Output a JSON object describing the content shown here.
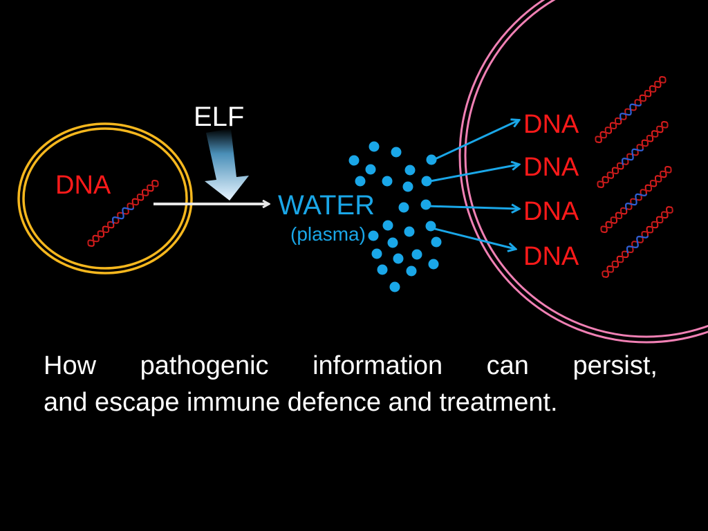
{
  "labels": {
    "elf": "ELF",
    "source_dna": "DNA",
    "water": "WATER",
    "plasma": "(plasma)",
    "copies": [
      "DNA",
      "DNA",
      "DNA",
      "DNA"
    ]
  },
  "caption": {
    "line1": "How pathogenic information can persist,",
    "line2": "and escape immune defence and treatment."
  },
  "colors": {
    "background": "#000000",
    "dna_text": "#ff1a1a",
    "water_text": "#1aa7e8",
    "water_dots": "#1aa7e8",
    "arrows": "#1aa7e8",
    "cell_outline_left": "#f5b71e",
    "cell_outline_right": "#f080b4",
    "elf_arrow": "#9ad3f2",
    "main_arrow": "#e6e6e6",
    "caption_text": "#ffffff"
  },
  "icons": {
    "dna_helix": "double-helix-icon",
    "water_particles": "water-droplets-icon"
  }
}
